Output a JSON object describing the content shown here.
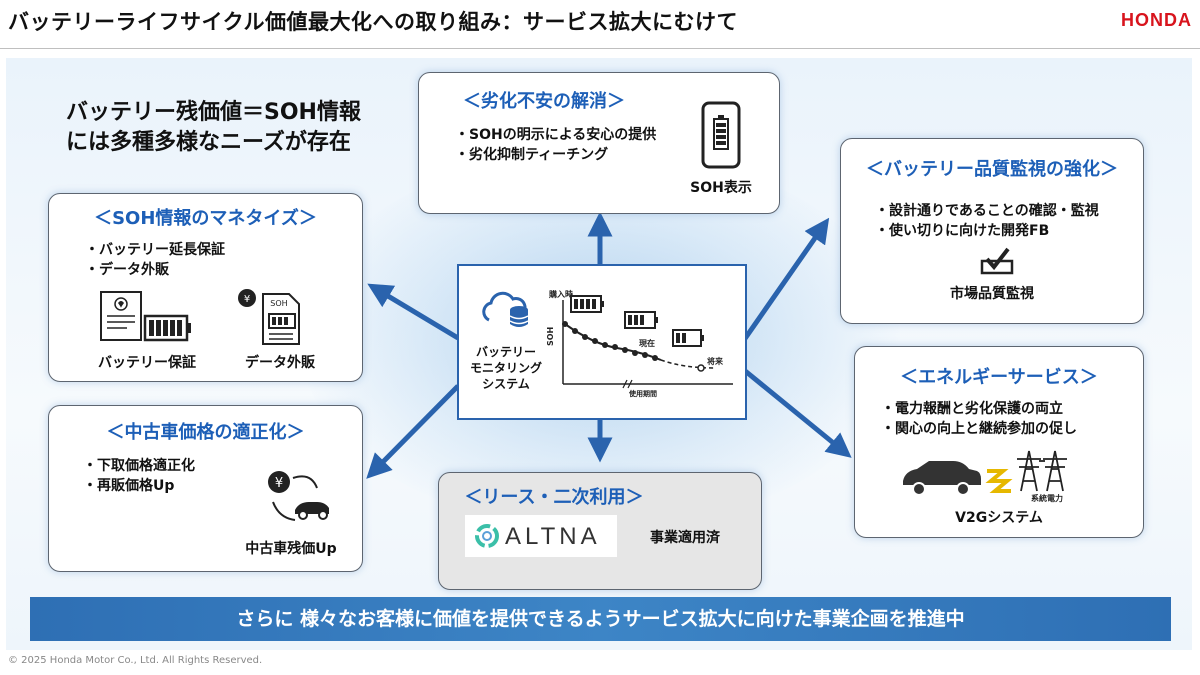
{
  "header": {
    "title": "バッテリーライフサイクル価値最大化への取り組み：サービス拡大にむけて",
    "brand": "HONDA"
  },
  "lead": {
    "line1": "バッテリー残価値＝SOH情報",
    "line2": "には多種多様なニーズが存在"
  },
  "cards": {
    "degradation": {
      "heading": "＜劣化不安の解消＞",
      "bullets": [
        "・SOHの明示による安心の提供",
        "・劣化抑制ティーチング"
      ],
      "caption": "SOH表示"
    },
    "monetize": {
      "heading": "＜SOH情報のマネタイズ＞",
      "bullets": [
        "・バッテリー延長保証",
        "・データ外販"
      ],
      "caption_left": "バッテリー保証",
      "caption_right": "データ外販",
      "doc_label": "SOH"
    },
    "quality": {
      "heading": "＜バッテリー品質監視の強化＞",
      "bullets": [
        "・設計通りであることの確認・監視",
        "・使い切りに向けた開発FB"
      ],
      "caption": "市場品質監視"
    },
    "used_car": {
      "heading": "＜中古車価格の適正化＞",
      "bullets": [
        "・下取価格適正化",
        "・再販価格Up"
      ],
      "caption": "中古車残価Up"
    },
    "energy": {
      "heading": "＜エネルギーサービス＞",
      "bullets": [
        "・電力報酬と劣化保護の両立",
        "・関心の向上と継続参加の促し"
      ],
      "caption": "V2Gシステム",
      "grid_label": "系統電力"
    },
    "lease": {
      "heading": "＜リース・二次利用＞",
      "logo_text": "ALTNA",
      "status": "事業適用済"
    }
  },
  "center": {
    "system_label": [
      "バッテリー",
      "モニタリング",
      "システム"
    ],
    "chart": {
      "y_axis": "SOH",
      "x_axis": "使用期間",
      "label_purchase": "購入時",
      "label_now": "現在",
      "label_future": "将来"
    }
  },
  "footer": {
    "banner": "さらに 様々なお客様に価値を提供できるようサービス拡大に向けた事業企画を推進中",
    "copyright": "© 2025 Honda Motor Co., Ltd. All Rights Reserved."
  },
  "colors": {
    "accent_blue": "#1d5fb7",
    "arrow_blue": "#2a63ad",
    "brand_red": "#d8141d"
  }
}
